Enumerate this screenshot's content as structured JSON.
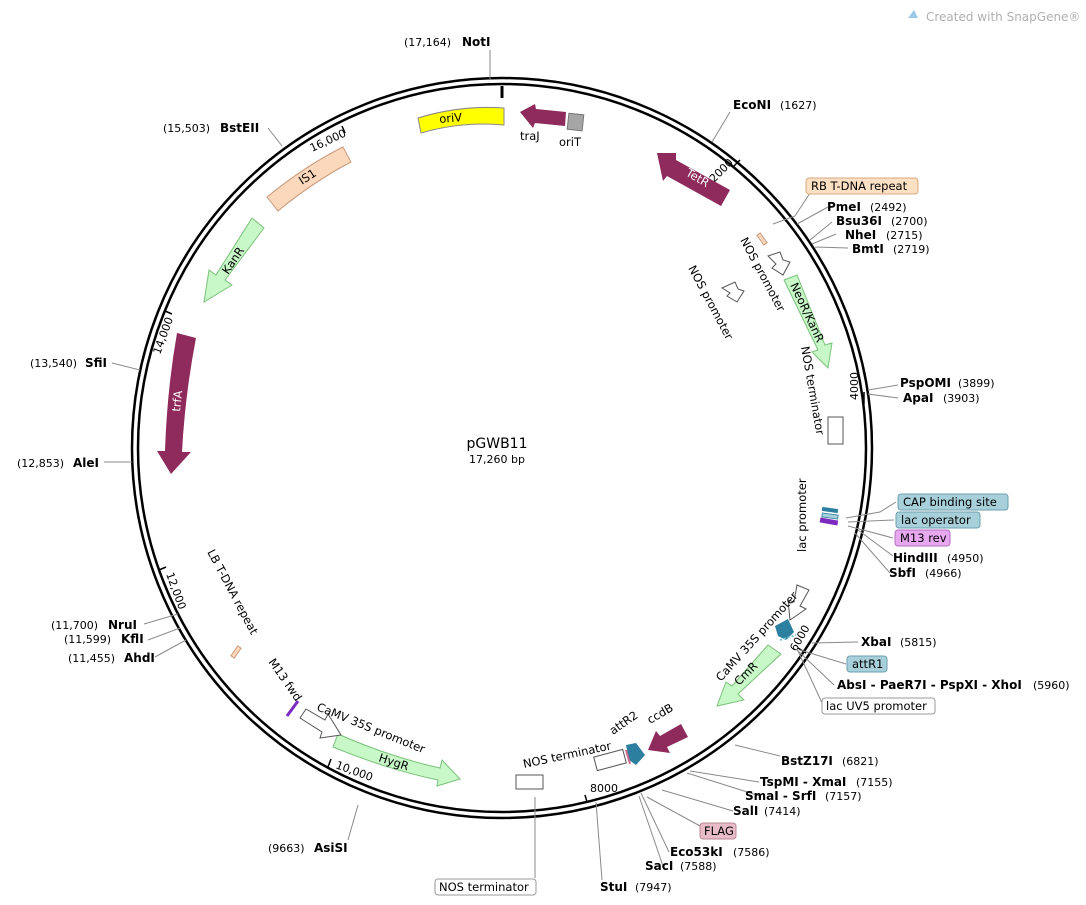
{
  "watermark": "Created with SnapGene®",
  "plasmid": {
    "name": "pGWB11",
    "size_label": "17,260 bp",
    "length": 17260
  },
  "tick_marks": [
    "2000",
    "4000",
    "6000",
    "8000",
    "10,000",
    "12,000",
    "14,000",
    "16,000"
  ],
  "enzymes": [
    {
      "id": "noti",
      "name": "NotI",
      "pos": "(17,164)"
    },
    {
      "id": "econi",
      "name": "EcoNI",
      "pos": "(1627)"
    },
    {
      "id": "pmei",
      "name": "PmeI",
      "pos": "(2492)"
    },
    {
      "id": "bsu36i",
      "name": "Bsu36I",
      "pos": "(2700)"
    },
    {
      "id": "nhei",
      "name": "NheI",
      "pos": "(2715)"
    },
    {
      "id": "bmti",
      "name": "BmtI",
      "pos": "(2719)"
    },
    {
      "id": "pspomi",
      "name": "PspOMI",
      "pos": "(3899)"
    },
    {
      "id": "apai",
      "name": "ApaI",
      "pos": "(3903)"
    },
    {
      "id": "hindiii",
      "name": "HindIII",
      "pos": "(4950)"
    },
    {
      "id": "sbfi",
      "name": "SbfI",
      "pos": "(4966)"
    },
    {
      "id": "xbai",
      "name": "XbaI",
      "pos": "(5815)"
    },
    {
      "id": "absi",
      "name": "AbsI - PaeR7I - PspXI - XhoI",
      "pos": "(5960)"
    },
    {
      "id": "bstz17i",
      "name": "BstZ17I",
      "pos": "(6821)"
    },
    {
      "id": "tspmi",
      "name": "TspMI - XmaI",
      "pos": "(7155)"
    },
    {
      "id": "smai",
      "name": "SmaI - SrfI",
      "pos": "(7157)"
    },
    {
      "id": "sali",
      "name": "SalI",
      "pos": "(7414)"
    },
    {
      "id": "eco53ki",
      "name": "Eco53kI",
      "pos": "(7586)"
    },
    {
      "id": "saci",
      "name": "SacI",
      "pos": "(7588)"
    },
    {
      "id": "stui",
      "name": "StuI",
      "pos": "(7947)"
    },
    {
      "id": "asisi",
      "name": "AsiSI",
      "pos": "(9663)"
    },
    {
      "id": "ahdi",
      "name": "AhdI",
      "pos": "(11,455)"
    },
    {
      "id": "kfli",
      "name": "KflI",
      "pos": "(11,599)"
    },
    {
      "id": "nrui",
      "name": "NruI",
      "pos": "(11,700)"
    },
    {
      "id": "alei",
      "name": "AleI",
      "pos": "(12,853)"
    },
    {
      "id": "sfii",
      "name": "SfiI",
      "pos": "(13,540)"
    },
    {
      "id": "bsteii",
      "name": "BstEII",
      "pos": "(15,503)"
    }
  ],
  "boxed_labels": [
    {
      "id": "rb",
      "text": "RB T-DNA repeat",
      "fill": "#fbe0c4",
      "stroke": "#d8a87c"
    },
    {
      "id": "cap",
      "text": "CAP binding site",
      "fill": "#a8d0db",
      "stroke": "#6c9fae"
    },
    {
      "id": "lacop",
      "text": "lac operator",
      "fill": "#a8d0db",
      "stroke": "#6c9fae"
    },
    {
      "id": "m13rev",
      "text": "M13 rev",
      "fill": "#e7a8ef",
      "stroke": "#b46fc0"
    },
    {
      "id": "attr1",
      "text": "attR1",
      "fill": "#a8d0db",
      "stroke": "#6c9fae"
    },
    {
      "id": "lacuv5",
      "text": "lac UV5 promoter",
      "fill": "#ffffff",
      "stroke": "#999999"
    },
    {
      "id": "flag",
      "text": "FLAG",
      "fill": "#e8bcc6",
      "stroke": "#b88896"
    },
    {
      "id": "nosterm",
      "text": "NOS terminator",
      "fill": "#ffffff",
      "stroke": "#999999"
    }
  ],
  "features": [
    {
      "id": "oriv",
      "text": "oriV",
      "color": "#ffff00"
    },
    {
      "id": "traj",
      "text": "traJ",
      "color": "#8e2a5c"
    },
    {
      "id": "orit",
      "text": "oriT",
      "color": "#a6a6a6"
    },
    {
      "id": "tetr",
      "text": "TetR",
      "color": "#8e2a5c"
    },
    {
      "id": "is1",
      "text": "IS1",
      "color": "#fbd8bc"
    },
    {
      "id": "kanr",
      "text": "KanR",
      "color": "#c8f7c8"
    },
    {
      "id": "trfa",
      "text": "trfA",
      "color": "#8e2a5c"
    },
    {
      "id": "neokan",
      "text": "NeoR/KanR",
      "color": "#c8f7c8"
    },
    {
      "id": "nosprom1",
      "text": "NOS promoter",
      "color": "#ffffff"
    },
    {
      "id": "nosprom2",
      "text": "NOS promoter",
      "color": "#ffffff"
    },
    {
      "id": "nosterm1",
      "text": "NOS terminator",
      "color": "#ffffff"
    },
    {
      "id": "lacprom",
      "text": "lac promoter",
      "color": "#ffffff"
    },
    {
      "id": "camv1",
      "text": "CaMV 35S promoter",
      "color": "#ffffff"
    },
    {
      "id": "cmr",
      "text": "CmR",
      "color": "#c8f7c8"
    },
    {
      "id": "ccdb",
      "text": "ccdB",
      "color": "#8e2a5c"
    },
    {
      "id": "attr2",
      "text": "attR2",
      "color": "#2c7f9e"
    },
    {
      "id": "nosterm2",
      "text": "NOS terminator",
      "color": "#ffffff"
    },
    {
      "id": "hygr",
      "text": "HygR",
      "color": "#c8f7c8"
    },
    {
      "id": "camv2",
      "text": "CaMV 35S promoter",
      "color": "#ffffff"
    },
    {
      "id": "m13fwd",
      "text": "M13 fwd",
      "color": "#7b2cbf"
    },
    {
      "id": "lb",
      "text": "LB T-DNA repeat",
      "color": "#fbd8bc"
    }
  ]
}
